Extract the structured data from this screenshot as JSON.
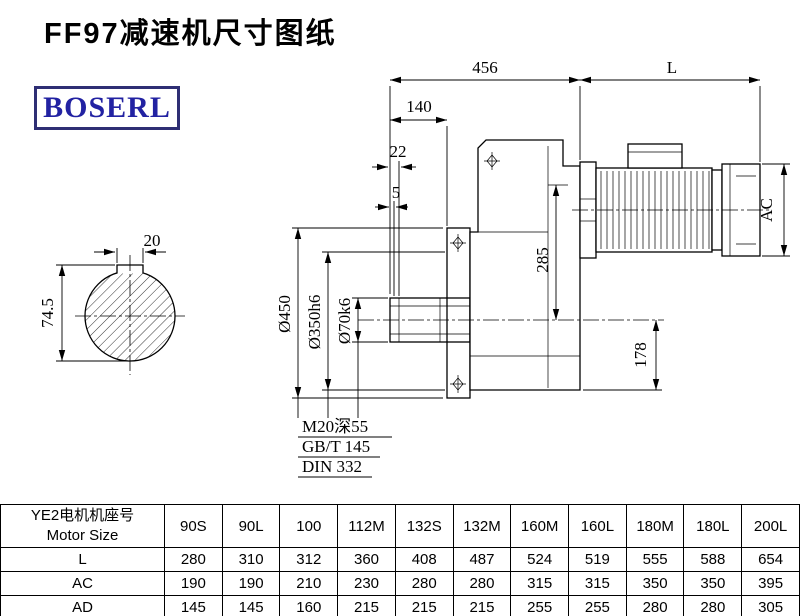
{
  "page": {
    "title": "FF97减速机尺寸图纸",
    "logo_text": "BOSERL",
    "logo_color": "#2222a2",
    "line_color": "#000000",
    "background": "#ffffff"
  },
  "drawing": {
    "dims": {
      "overall_width": "456",
      "motor_length": "L",
      "dim_140": "140",
      "dim_22": "22",
      "dim_5": "5",
      "dim_285": "285",
      "motor_ac": "AC",
      "dim_178": "178",
      "flange_dia": "Ø450",
      "spigot_dia": "Ø350h6",
      "bore_dia": "Ø70k6",
      "key_width": "20",
      "key_height": "74.5"
    },
    "notes": [
      "M20深55",
      "GB/T 145",
      "DIN 332"
    ]
  },
  "table": {
    "header_cn": "YE2电机机座号",
    "header_en": "Motor Size",
    "sizes": [
      "90S",
      "90L",
      "100",
      "112M",
      "132S",
      "132M",
      "160M",
      "160L",
      "180M",
      "180L",
      "200L"
    ],
    "rows": [
      {
        "label": "L",
        "values": [
          "280",
          "310",
          "312",
          "360",
          "408",
          "487",
          "524",
          "519",
          "555",
          "588",
          "654"
        ]
      },
      {
        "label": "AC",
        "values": [
          "190",
          "190",
          "210",
          "230",
          "280",
          "280",
          "315",
          "315",
          "350",
          "350",
          "395"
        ]
      },
      {
        "label": "AD",
        "values": [
          "145",
          "145",
          "160",
          "215",
          "215",
          "215",
          "255",
          "255",
          "280",
          "280",
          "305"
        ]
      }
    ]
  }
}
